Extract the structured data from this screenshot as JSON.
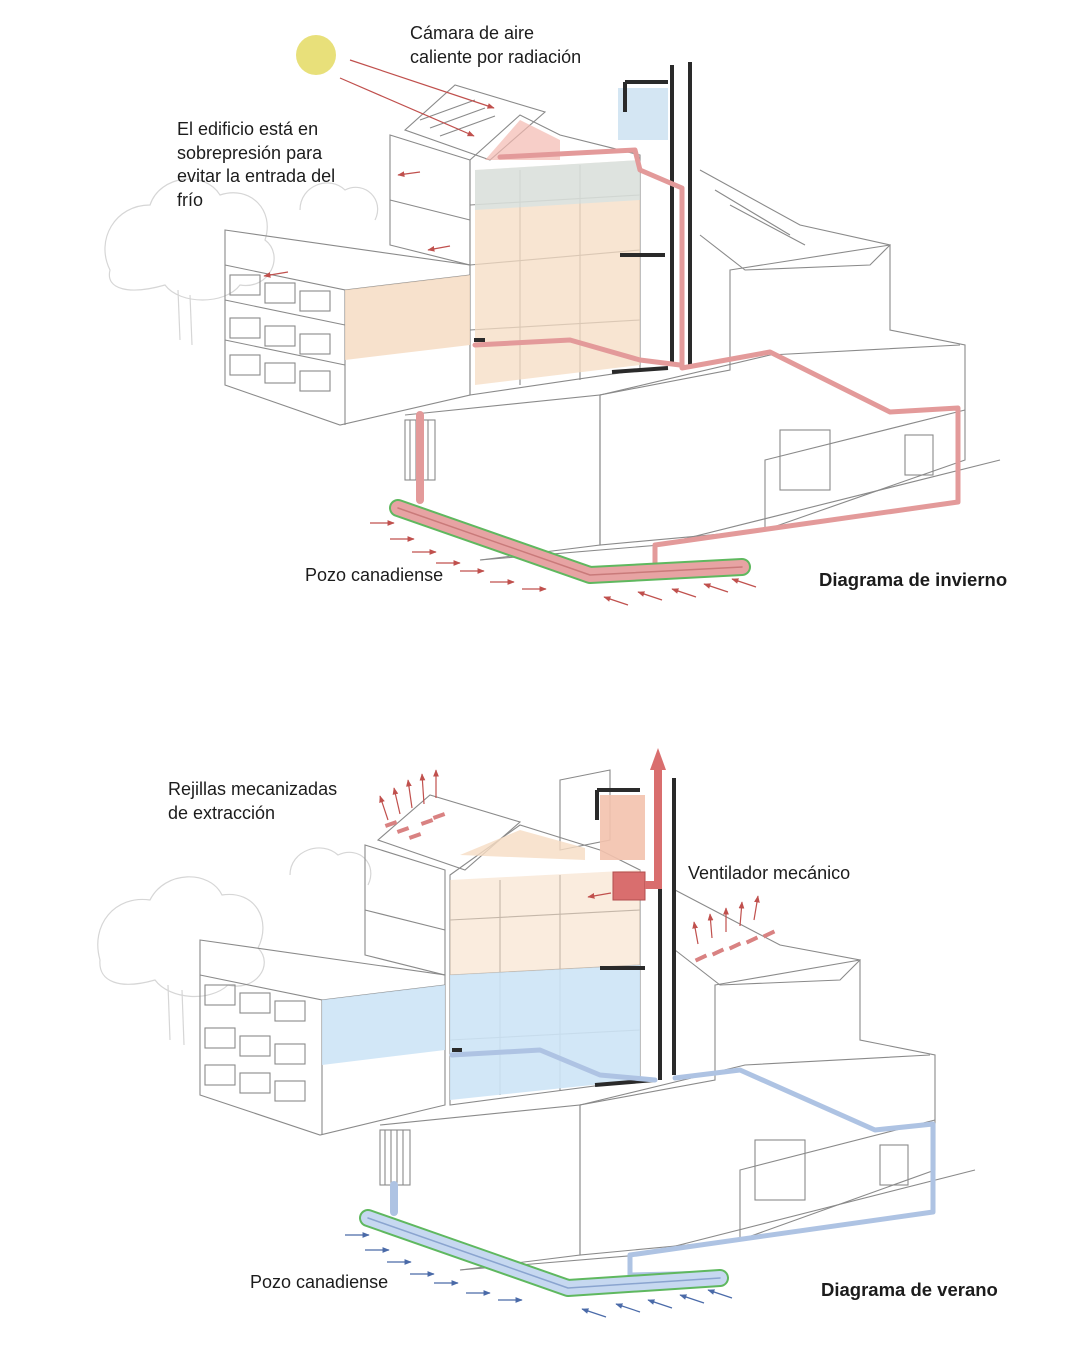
{
  "winter": {
    "title": "Diagrama de invierno",
    "label_camara": "Cámara de aire\ncaliente por radiación",
    "label_edificio": "El edificio está en\nsobrepresión para\nevitar la entrada del\nfrío",
    "label_pozo": "Pozo canadiense"
  },
  "summer": {
    "title": "Diagrama de verano",
    "label_rejillas": "Rejillas mecanizadas\nde extracción",
    "label_ventilador": "Ventilador mecánico",
    "label_pozo": "Pozo canadiense"
  },
  "colors": {
    "warm_duct": "#e39a9a",
    "warm_fill": "#f6dcc3",
    "cool_duct": "#aec3e3",
    "cool_fill": "#cde4f6",
    "sun": "#e8e07a",
    "pipe_outline": "#5fb85f",
    "arrow_red": "#c0504d",
    "arrow_blue": "#4a6aa8",
    "structure": "#8a8a8a",
    "dark_element": "#2a2a2a"
  }
}
